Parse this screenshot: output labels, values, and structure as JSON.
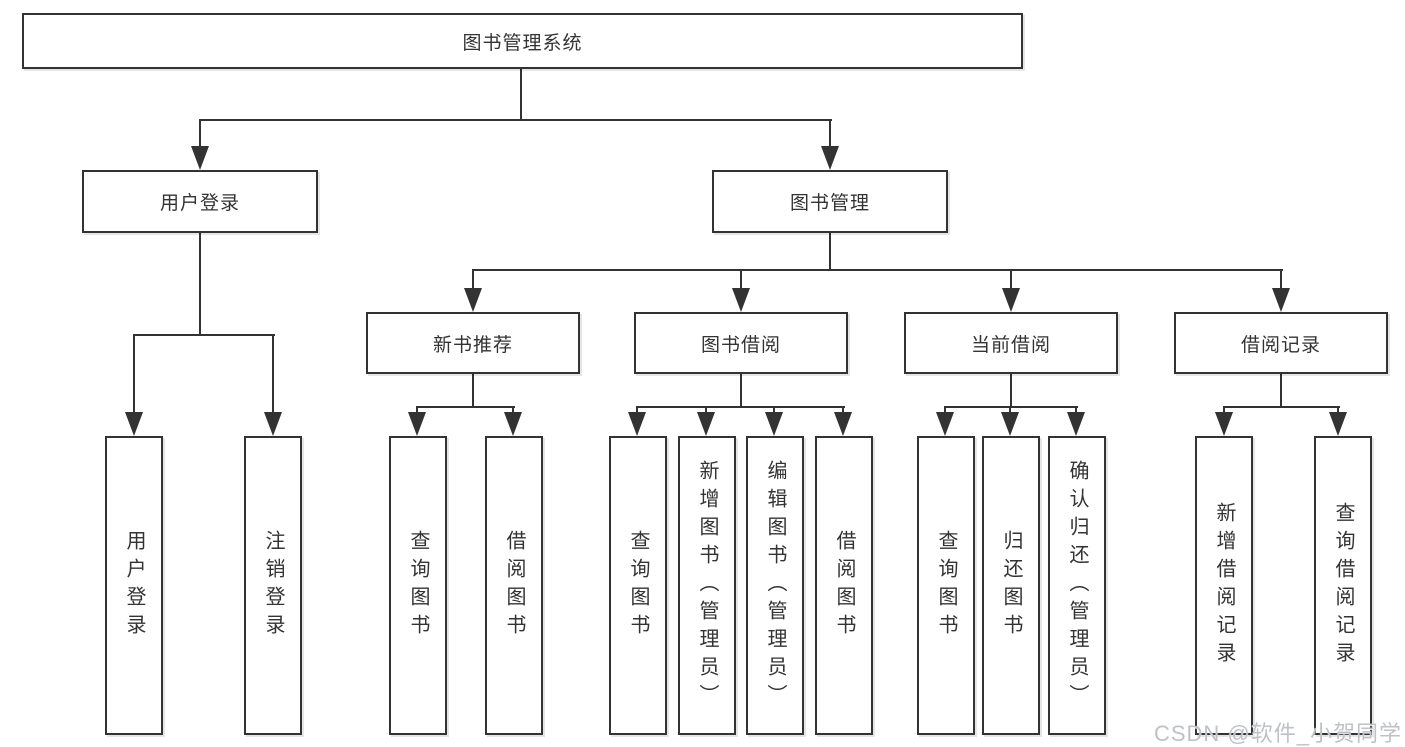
{
  "diagram": {
    "root": {
      "label": "图书管理系统"
    },
    "level2": [
      {
        "label": "用户登录"
      },
      {
        "label": "图书管理"
      }
    ],
    "level3": [
      {
        "label": "新书推荐"
      },
      {
        "label": "图书借阅"
      },
      {
        "label": "当前借阅"
      },
      {
        "label": "借阅记录"
      }
    ],
    "leaves": {
      "user_login": [
        "用户登录",
        "注销登录"
      ],
      "new_book_recommend": [
        "查询图书",
        "借阅图书"
      ],
      "book_borrow": [
        "查询图书",
        "新增图书（管理员）",
        "编辑图书（管理员）",
        "借阅图书"
      ],
      "current_borrow": [
        "查询图书",
        "归还图书",
        "确认归还（管理员）"
      ],
      "borrow_record": [
        "新增借阅记录",
        "查询借阅记录"
      ]
    },
    "watermark": "CSDN @软件_小贺同学",
    "colors": {
      "line": "#333333",
      "box_background": "#ffffff",
      "watermark": "#b9bdc3"
    }
  }
}
